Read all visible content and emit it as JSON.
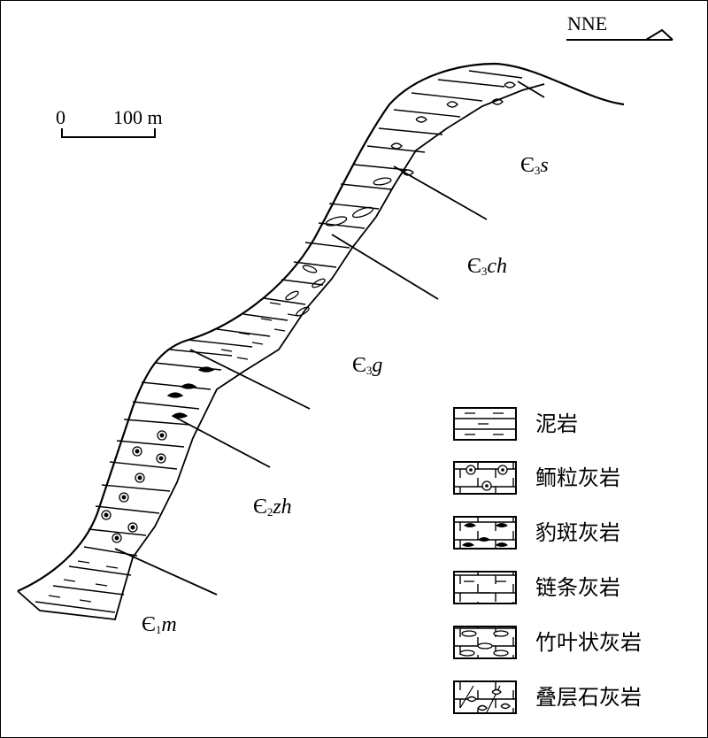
{
  "diagram": {
    "direction_label": "NNE",
    "scale": {
      "start": "0",
      "end": "100 m"
    },
    "units": [
      {
        "id": "e3s",
        "base": "Є",
        "sub": "3",
        "name": "s"
      },
      {
        "id": "e3ch",
        "base": "Є",
        "sub": "3",
        "name": "ch"
      },
      {
        "id": "e3g",
        "base": "Є",
        "sub": "3",
        "name": "g"
      },
      {
        "id": "e2zh",
        "base": "Є",
        "sub": "2",
        "name": "zh"
      },
      {
        "id": "e1m",
        "base": "Є",
        "sub": "1",
        "name": "m"
      }
    ],
    "legend": [
      {
        "key": "mudstone",
        "label": "泥岩"
      },
      {
        "key": "oolitic",
        "label": "鲕粒灰岩"
      },
      {
        "key": "leopard",
        "label": "豹斑灰岩"
      },
      {
        "key": "ribbon",
        "label": "链条灰岩"
      },
      {
        "key": "flat_pebble",
        "label": "竹叶状灰岩"
      },
      {
        "key": "stromatolite",
        "label": "叠层石灰岩"
      }
    ]
  }
}
